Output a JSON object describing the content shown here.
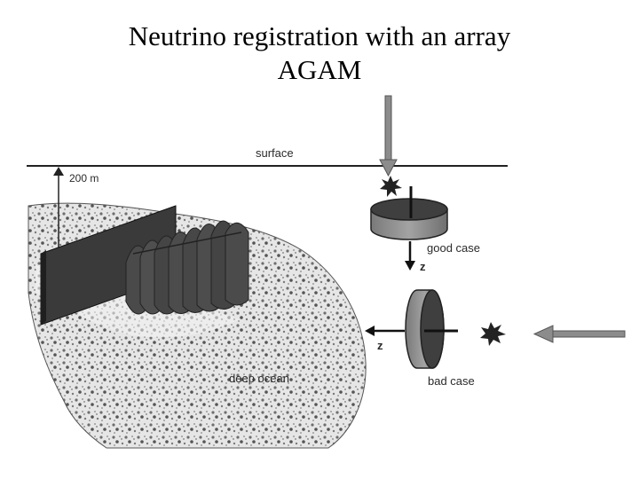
{
  "title": {
    "line1": "Neutrino registration with an array",
    "line2": "AGAM"
  },
  "figure": {
    "surface_label": "surface",
    "depth_label": "200 m",
    "deep_ocean_label": "deep ocean",
    "good_case_label": "good case",
    "bad_case_label": "bad case",
    "axis_z_label": "z"
  },
  "colors": {
    "background": "#ffffff",
    "ocean_floor": "#9a9a9a",
    "detector_panel": "#3a3a3a",
    "detector_cylinder": "#8f8f8f",
    "arrow": "#8c8c8c"
  }
}
